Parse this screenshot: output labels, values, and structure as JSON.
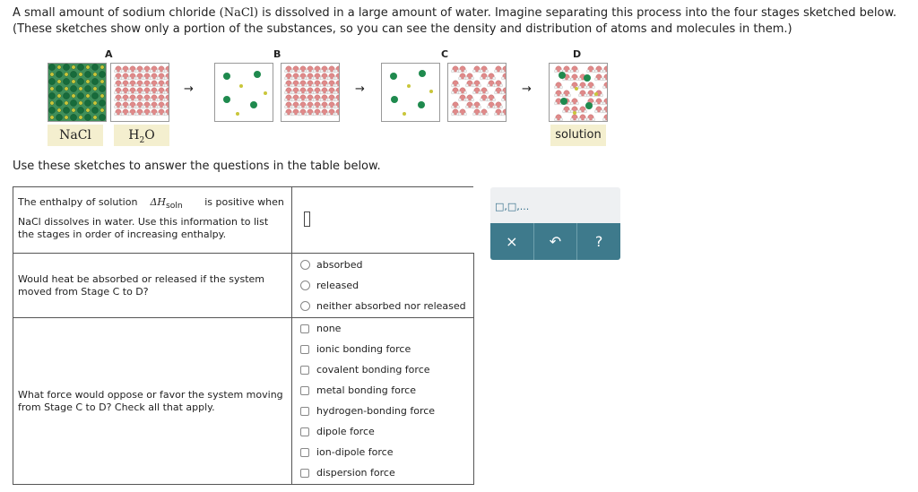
{
  "intro": {
    "line1_part1": "A small amount of sodium chloride ",
    "nacl_formula": "(NaCl)",
    "line1_part2": " is dissolved in a large amount of water. Imagine separating this process into the four stages sketched below.",
    "line2": "(These sketches show only a portion of the substances, so you can see the density and distribution of atoms and molecules in them.)"
  },
  "stages": {
    "a": "A",
    "b": "B",
    "c": "C",
    "d": "D"
  },
  "labels": {
    "nacl": "NaCl",
    "h2o_h": "H",
    "h2o_sub": "2",
    "h2o_o": "O",
    "solution": "solution"
  },
  "arrow": "→",
  "use_text": "Use these sketches to answer the questions in the table below.",
  "q1": {
    "text_part1": "The enthalpy of solution",
    "delta": "ΔH",
    "sub": "soln",
    "text_part2": "is positive when",
    "text_rest": "NaCl dissolves in water. Use this information to list the stages in order of increasing enthalpy."
  },
  "q2": {
    "text": "Would heat be absorbed or released if the system moved from Stage C to D?",
    "options": [
      "absorbed",
      "released",
      "neither absorbed nor released"
    ]
  },
  "q3": {
    "text": "What force would oppose or favor the system moving from Stage C to D? Check all that apply.",
    "options": [
      "none",
      "ionic bonding force",
      "covalent bonding force",
      "metal bonding force",
      "hydrogen-bonding force",
      "dipole force",
      "ion-dipole force",
      "dispersion force"
    ]
  },
  "toolbox": {
    "template": "□,□,...",
    "clear": "×",
    "undo": "↶",
    "help": "?"
  },
  "colors": {
    "accent": "#3e7a8c",
    "tag_bg": "#f4efcf",
    "sodium": "#1f8a4e",
    "chloride": "#c9c63a",
    "water_o": "#e08a8a"
  }
}
